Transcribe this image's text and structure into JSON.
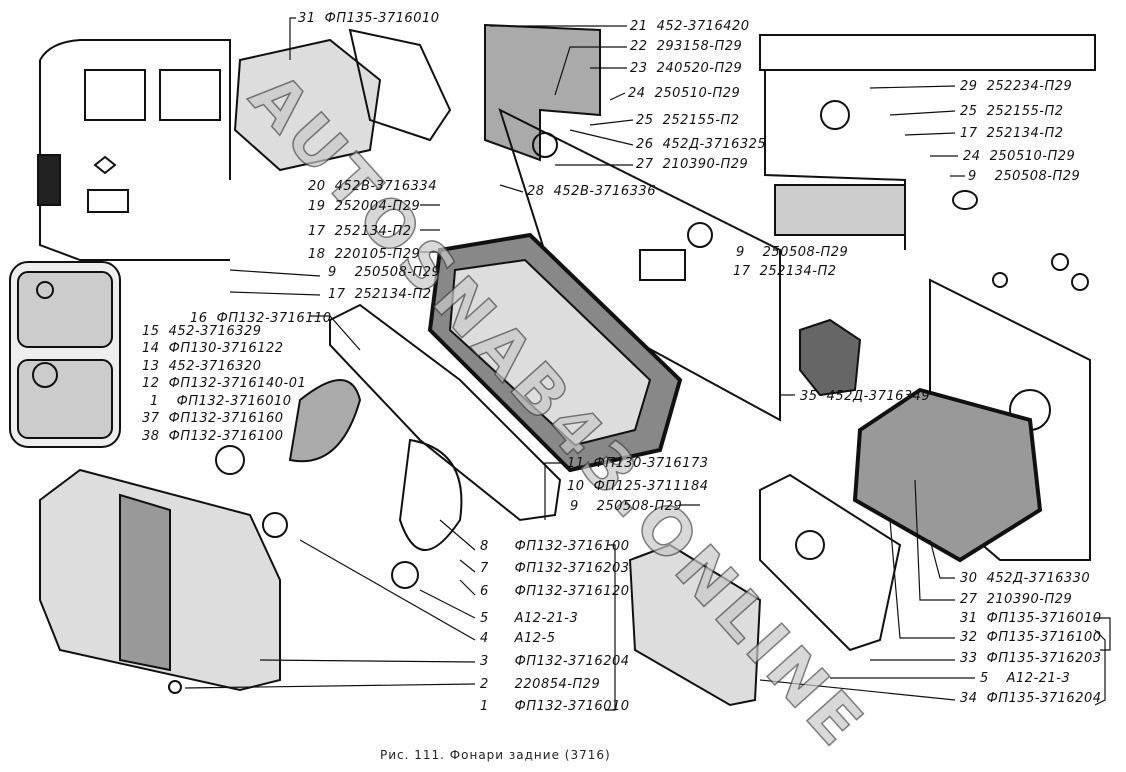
{
  "caption": "Рис. 111. Фонари задние (3716)",
  "watermark": "AUTOSNAB43.ONLINE",
  "labels": [
    {
      "num": "31",
      "code": "ФП135-3716010"
    },
    {
      "num": "21",
      "code": "452-3716420"
    },
    {
      "num": "22",
      "code": "293158-П29"
    },
    {
      "num": "23",
      "code": "240520-П29"
    },
    {
      "num": "24",
      "code": "250510-П29"
    },
    {
      "num": "25",
      "code": "252155-П2"
    },
    {
      "num": "26",
      "code": "452Д-3716325"
    },
    {
      "num": "27",
      "code": "210390-П29"
    },
    {
      "num": "20",
      "code": "452В-3716334"
    },
    {
      "num": "28",
      "code": "452В-3716336"
    },
    {
      "num": "19",
      "code": "252004-П29"
    },
    {
      "num": "17",
      "code": "252134-П2"
    },
    {
      "num": "18",
      "code": "220105-П29"
    },
    {
      "num": "9",
      "code": "250508-П29"
    },
    {
      "num": "17",
      "code": "252134-П2"
    },
    {
      "num": "16",
      "code": "ФП132-3716110"
    },
    {
      "num": "15",
      "code": "452-3716329"
    },
    {
      "num": "14",
      "code": "ФП130-3716122"
    },
    {
      "num": "13",
      "code": "452-3716320"
    },
    {
      "num": "12",
      "code": "ФП132-3716140-01"
    },
    {
      "num": "1",
      "code": "ФП132-3716010"
    },
    {
      "num": "37",
      "code": "ФП132-3716160"
    },
    {
      "num": "38",
      "code": "ФП132-3716100"
    },
    {
      "num": "29",
      "code": "252234-П29"
    },
    {
      "num": "25",
      "code": "252155-П2"
    },
    {
      "num": "17",
      "code": "252134-П2"
    },
    {
      "num": "24",
      "code": "250510-П29"
    },
    {
      "num": "9",
      "code": "250508-П29"
    },
    {
      "num": "9",
      "code": "250508-П29"
    },
    {
      "num": "17",
      "code": "252134-П2"
    },
    {
      "num": "35",
      "code": "452Д-3716349"
    },
    {
      "num": "11",
      "code": "ФП130-3716173"
    },
    {
      "num": "10",
      "code": "ФП125-3711184"
    },
    {
      "num": "9",
      "code": "250508-П29"
    },
    {
      "num": "8",
      "code": "ФП132-3716100"
    },
    {
      "num": "7",
      "code": "ФП132-3716203"
    },
    {
      "num": "6",
      "code": "ФП132-3716120"
    },
    {
      "num": "5",
      "code": "А12-21-3"
    },
    {
      "num": "4",
      "code": "А12-5"
    },
    {
      "num": "3",
      "code": "ФП132-3716204"
    },
    {
      "num": "2",
      "code": "220854-П29"
    },
    {
      "num": "1",
      "code": "ФП132-3716010"
    },
    {
      "num": "30",
      "code": "452Д-3716330"
    },
    {
      "num": "27",
      "code": "210390-П29"
    },
    {
      "num": "31",
      "code": "ФП135-3716010"
    },
    {
      "num": "32",
      "code": "ФП135-3716100"
    },
    {
      "num": "33",
      "code": "ФП135-3716203"
    },
    {
      "num": "5",
      "code": "А12-21-3"
    },
    {
      "num": "34",
      "code": "ФП135-3716204"
    }
  ]
}
